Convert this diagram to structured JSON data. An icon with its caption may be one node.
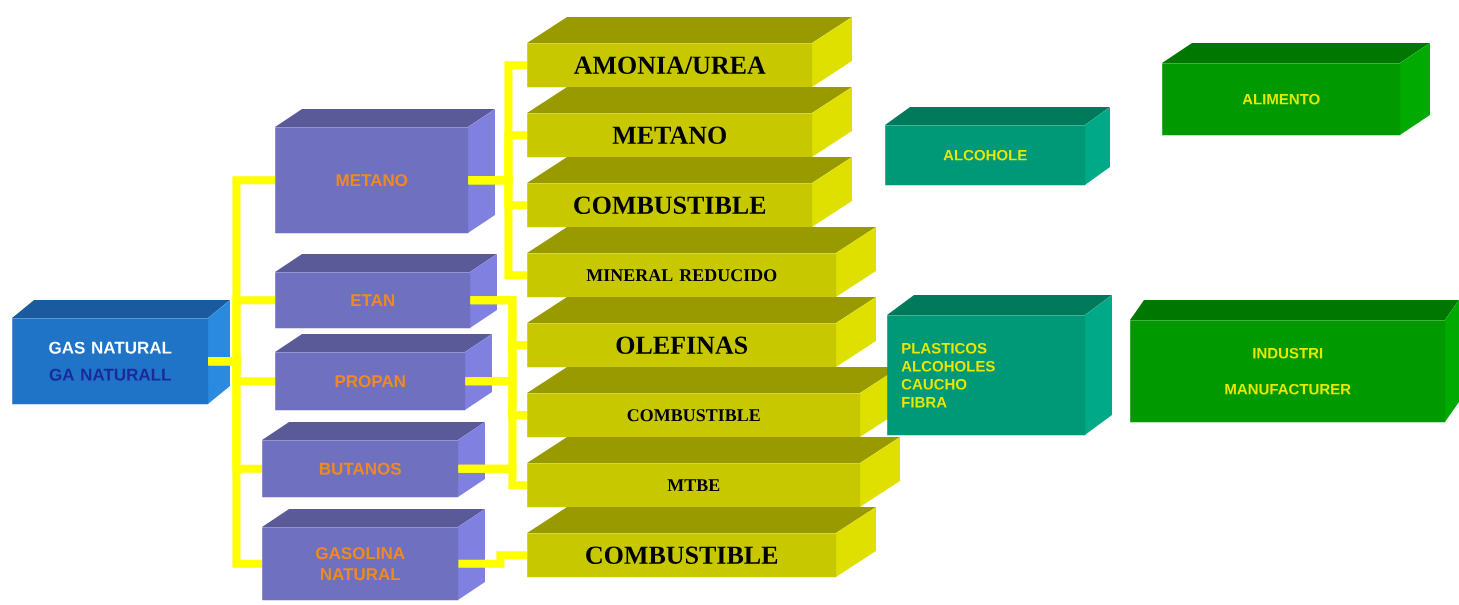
{
  "diagram": {
    "nodes": [
      {
        "text": [
          "GAS NATURAL",
          "GA NATURALL"
        ]
      },
      {
        "text": [
          "METANO"
        ]
      },
      {
        "text": [
          "ETAN"
        ]
      },
      {
        "text": [
          "PROPAN"
        ]
      },
      {
        "text": [
          "BUTANOS"
        ]
      },
      {
        "text": [
          "GASOLINA NATURAL"
        ]
      },
      {
        "text": [
          "AMONIA/UREA"
        ]
      },
      {
        "text": [
          "METANO"
        ]
      },
      {
        "text": [
          "COMBUSTIBLE"
        ]
      },
      {
        "text": [
          "MINERAL REDUCIDO"
        ]
      },
      {
        "text": [
          "OLEFINAS"
        ]
      },
      {
        "text": [
          "COMBUSTIBLE"
        ]
      },
      {
        "text": [
          "MTBE"
        ]
      },
      {
        "text": [
          "COMBUSTIBLE"
        ]
      },
      {
        "text": [
          "ALIMENTO"
        ]
      },
      {
        "text": [
          "ALCOHOLE"
        ]
      },
      {
        "text": [
          "PLASTICOS",
          "ALCOHOLES",
          "CAUCHO",
          "FIBRA"
        ]
      },
      {
        "text": [
          "INDUSTRI MANUFACTURER"
        ]
      }
    ],
    "edges": [
      {
        "from": 0,
        "to": 1,
        "arrow": "none"
      },
      {
        "from": 0,
        "to": 2,
        "arrow": "none"
      },
      {
        "from": 0,
        "to": 3,
        "arrow": "none"
      },
      {
        "from": 0,
        "to": 4,
        "arrow": "none"
      },
      {
        "from": 0,
        "to": 5,
        "arrow": "none"
      },
      {
        "from": 1,
        "to": 6,
        "arrow": "none"
      },
      {
        "from": 1,
        "to": 7,
        "arrow": "none"
      },
      {
        "from": 1,
        "to": 8,
        "arrow": "none"
      },
      {
        "from": 1,
        "to": 9,
        "arrow": "none"
      },
      {
        "from": 2,
        "to": 10,
        "arrow": "none"
      },
      {
        "from": 2,
        "to": 11,
        "arrow": "none"
      },
      {
        "from": 3,
        "to": 10,
        "arrow": "none"
      },
      {
        "from": 3,
        "to": 11,
        "arrow": "none"
      },
      {
        "from": 4,
        "to": 11,
        "arrow": "none"
      },
      {
        "from": 4,
        "to": 12,
        "arrow": "none"
      },
      {
        "from": 5,
        "to": 13,
        "arrow": "none"
      }
    ]
  }
}
